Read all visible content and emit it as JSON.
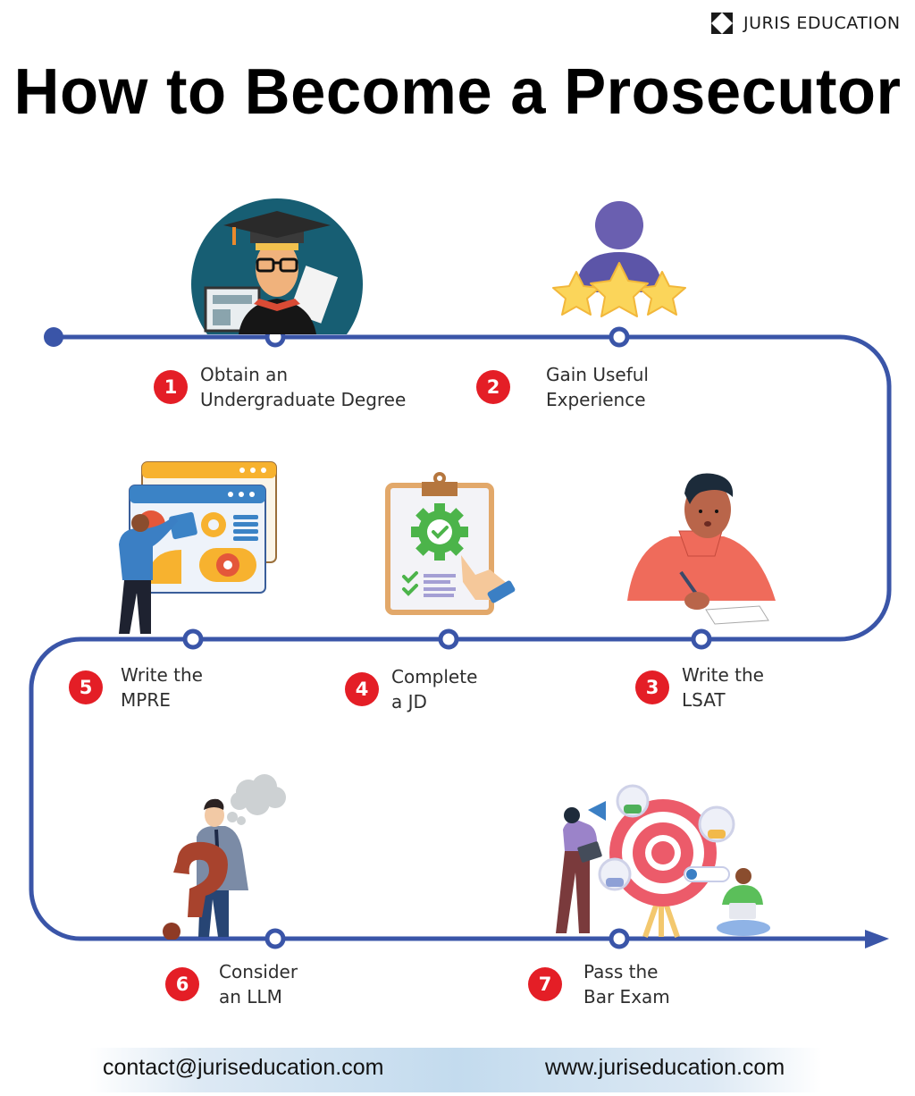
{
  "brand": {
    "name": "JURIS EDUCATION",
    "logo_icon": "juris-logo-icon"
  },
  "title": "How to Become a Prosecutor",
  "colors": {
    "timeline": "#3a55a8",
    "badge": "#e41e26",
    "text": "#2e2e2e",
    "footer_band": "#c3dbee"
  },
  "steps": [
    {
      "number": "1",
      "line1": "Obtain an",
      "line2": "Undergraduate Degree",
      "illustration": "graduate-icon"
    },
    {
      "number": "2",
      "line1": "Gain Useful",
      "line2": "Experience",
      "illustration": "person-stars-icon"
    },
    {
      "number": "3",
      "line1": "Write the",
      "line2": "LSAT",
      "illustration": "student-writing-icon"
    },
    {
      "number": "4",
      "line1": "Complete",
      "line2": "a JD",
      "illustration": "clipboard-check-icon"
    },
    {
      "number": "5",
      "line1": "Write the",
      "line2": "MPRE",
      "illustration": "browser-windows-icon"
    },
    {
      "number": "6",
      "line1": "Consider",
      "line2": "an LLM",
      "illustration": "thinking-question-icon"
    },
    {
      "number": "7",
      "line1": "Pass the",
      "line2": "Bar Exam",
      "illustration": "target-team-icon"
    }
  ],
  "footer": {
    "email": "contact@juriseducation.com",
    "website": "www.juriseducation.com"
  }
}
